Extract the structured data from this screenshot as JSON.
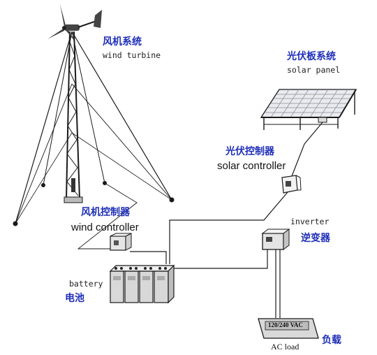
{
  "wind_turbine": {
    "label_zh": "风机系统",
    "label_en": "wind turbine"
  },
  "solar_panel": {
    "label_zh": "光伏板系统",
    "label_en": "solar panel"
  },
  "solar_controller": {
    "label_zh": "光伏控制器",
    "label_en": "solar controller"
  },
  "wind_controller": {
    "label_zh": "风机控制器",
    "label_en": "wind controller"
  },
  "inverter": {
    "label_en": "inverter",
    "label_zh": "逆变器"
  },
  "battery": {
    "label_en": "battery",
    "label_zh": "电池"
  },
  "load": {
    "display_text": "120/240 VAC",
    "label_en": "AC load",
    "label_zh": "负载"
  },
  "colors": {
    "chinese_label": "#1f2fb8",
    "line": "#1a1a1a",
    "equipment_gray": "#c8c8c8"
  }
}
